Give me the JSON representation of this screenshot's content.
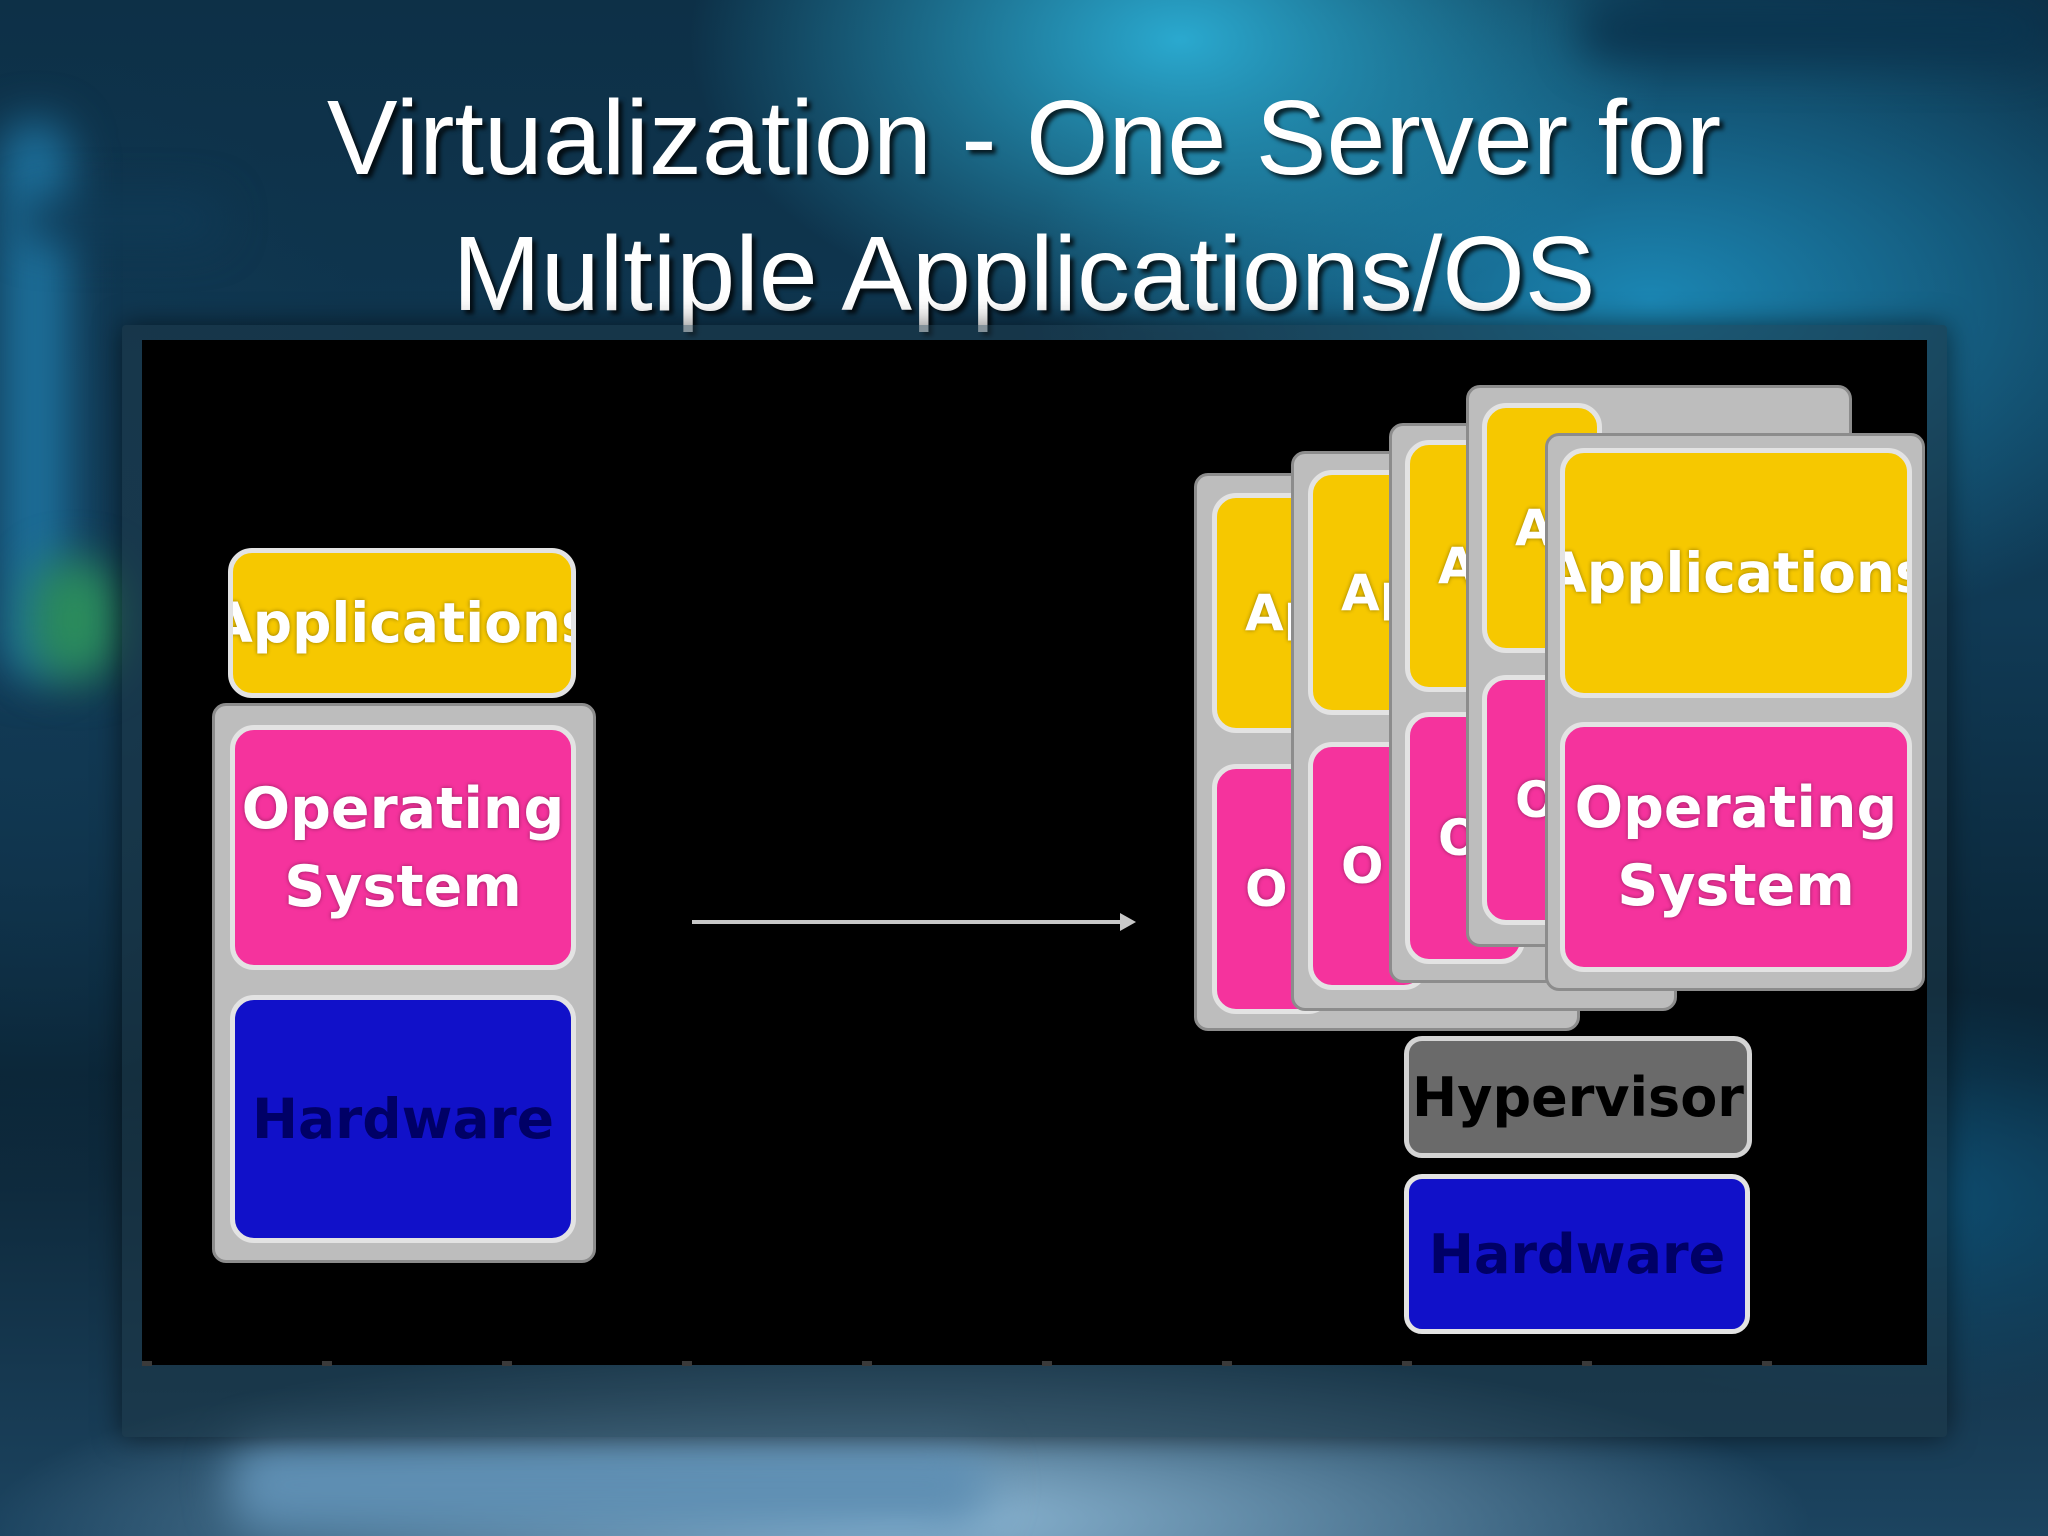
{
  "slide": {
    "title_line1": "Virtualization - One Server for",
    "title_line2": "Multiple Applications/OS"
  },
  "diagram": {
    "left_stack": {
      "applications": "Applications",
      "operating_system_line1": "Operating",
      "operating_system_line2": "System",
      "hardware": "Hardware"
    },
    "right_stack": {
      "stacked_vm_app_labels": [
        "Ap",
        "Ap",
        "A",
        "A"
      ],
      "stacked_vm_os_labels": [
        "O",
        "O",
        "O",
        "O"
      ],
      "front_vm": {
        "applications": "Applications",
        "operating_system_line1": "Operating",
        "operating_system_line2": "System"
      },
      "hypervisor": "Hypervisor",
      "hardware": "Hardware"
    },
    "colors": {
      "applications": "#f6c800",
      "operating_system": "#f5339d",
      "hardware": "#1111c9",
      "hypervisor": "#6a6a6a",
      "container": "#bdbdbd",
      "panel": "#000000"
    }
  }
}
